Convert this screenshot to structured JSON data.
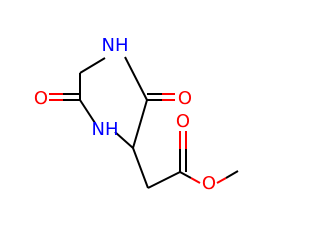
{
  "molecule": {
    "atoms": {
      "n1": {
        "symbol": "NH",
        "label": "N\nH",
        "color": "#0000ff"
      },
      "n4": {
        "symbol": "NH",
        "label": "N\nH",
        "color": "#0000ff"
      },
      "o_left": {
        "symbol": "O",
        "label": "O",
        "color": "#ff0000"
      },
      "o_right": {
        "symbol": "O",
        "label": "O",
        "color": "#ff0000"
      },
      "o_carbonyl": {
        "symbol": "O",
        "label": "O",
        "color": "#ff0000"
      },
      "o_ester": {
        "symbol": "O",
        "label": "O",
        "color": "#ff0000"
      }
    },
    "colors": {
      "bond": "#000000",
      "oxygen": "#ff0000",
      "nitrogen": "#0000ff",
      "background": "#ffffff"
    }
  }
}
